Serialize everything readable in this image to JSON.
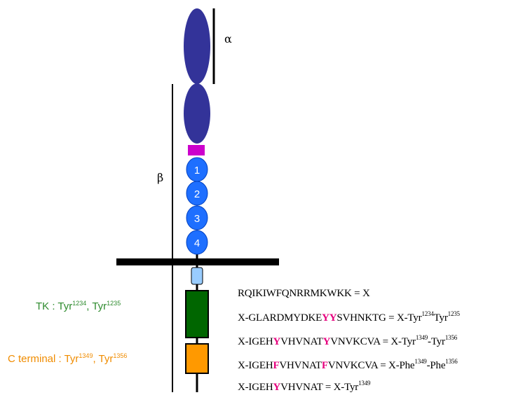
{
  "labels": {
    "alpha": "α",
    "beta": "β"
  },
  "domains": {
    "fn_numbers": [
      "1",
      "2",
      "3",
      "4"
    ]
  },
  "regions": {
    "tk": {
      "label": "TK : Tyr",
      "sup1": "1234",
      "sep": ", Tyr",
      "sup2": "1235",
      "color": "#2e8b2e"
    },
    "cterm": {
      "label": "C terminal : Tyr",
      "sup1": "1349",
      "sep": ", Tyr",
      "sup2": "1356",
      "color": "#f08c00"
    }
  },
  "colors": {
    "alpha_subunit": "#333399",
    "linker": "#cc00cc",
    "fn_domain": "#1e6fff",
    "juxtamembrane": "#99ccff",
    "tk_domain": "#006600",
    "cterm_domain": "#ff9900",
    "highlight": "#e6007e"
  },
  "sequences": [
    {
      "parts": [
        "RQIKIWFQNRRMKWKK = X"
      ]
    },
    {
      "pre": "X-GLARDMYDKE",
      "hl": "YY",
      "post": "SVHNKTG = X-Tyr",
      "sup1": "1234",
      "mid": "Tyr",
      "sup2": "1235"
    },
    {
      "pre": "X-IGEH",
      "hl1": "Y",
      "mid1": "VHVNAT",
      "hl2": "Y",
      "post": "VNVKCVA = X-Tyr",
      "sup1": "1349",
      "mid": "-Tyr",
      "sup2": "1356"
    },
    {
      "pre": "X-IGEH",
      "hl1": "F",
      "mid1": "VHVNAT",
      "hl2": "F",
      "post": "VNVKCVA = X-Phe",
      "sup1": "1349",
      "mid": "-Phe",
      "sup2": "1356"
    },
    {
      "pre": "X-IGEH",
      "hl1": "Y",
      "mid1": "VHVNAT = X-Tyr",
      "sup1": "1349"
    }
  ]
}
